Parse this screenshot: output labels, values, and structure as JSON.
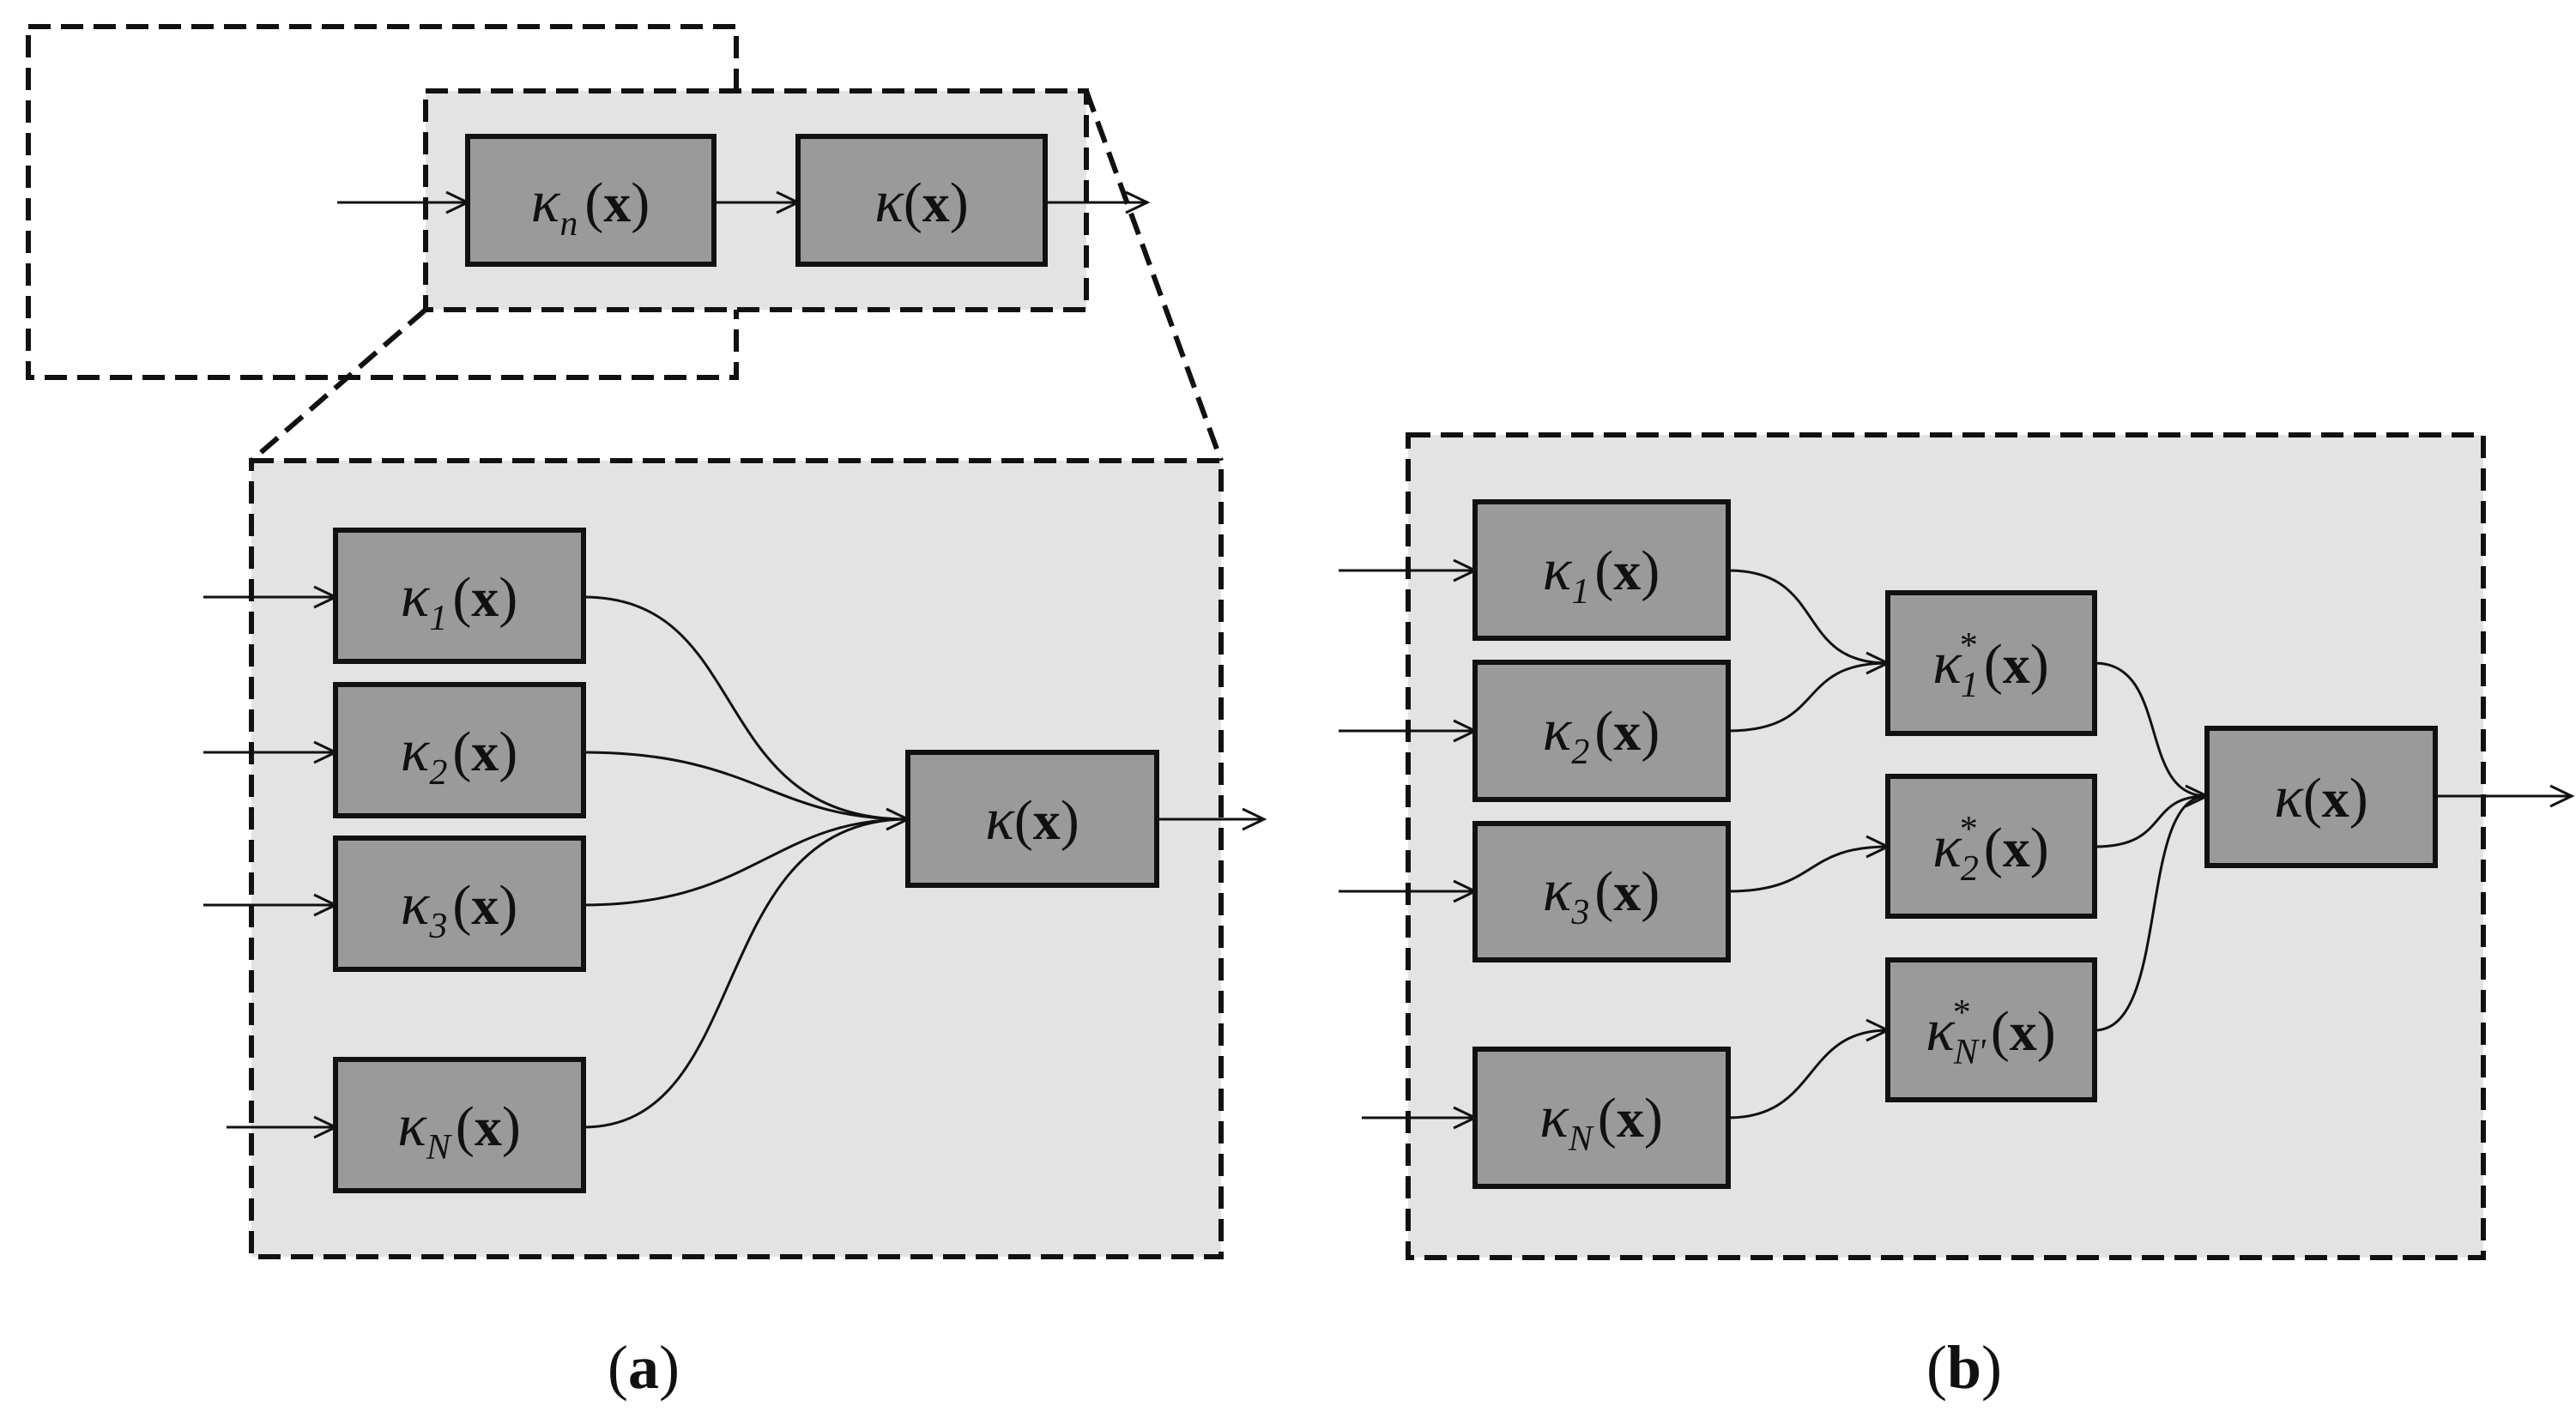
{
  "symbols": {
    "kappa": "κ",
    "x": "x",
    "lparen": "(",
    "rparen": ")",
    "star": "*"
  },
  "panels": {
    "a": {
      "caption": {
        "open": "(",
        "letter": "a",
        "close": ")"
      },
      "top": {
        "blocks": [
          {
            "sub": "n",
            "sup": ""
          },
          {
            "sub": "",
            "sup": ""
          }
        ]
      },
      "inputs": [
        {
          "sub": "1"
        },
        {
          "sub": "2"
        },
        {
          "sub": "3"
        },
        {
          "sub": "N"
        }
      ],
      "output": {
        "sub": ""
      }
    },
    "b": {
      "caption": {
        "open": "(",
        "letter": "b",
        "close": ")"
      },
      "inputs": [
        {
          "sub": "1"
        },
        {
          "sub": "2"
        },
        {
          "sub": "3"
        },
        {
          "sub": "N"
        }
      ],
      "middle": [
        {
          "sub": "1",
          "sup": "*"
        },
        {
          "sub": "2",
          "sup": "*"
        },
        {
          "sub": "N'",
          "sup": "*"
        }
      ],
      "output": {
        "sub": ""
      }
    }
  },
  "colors": {
    "block_fill": "#9a9a9a",
    "panel_fill": "#e3e3e3",
    "stroke": "#111111"
  }
}
